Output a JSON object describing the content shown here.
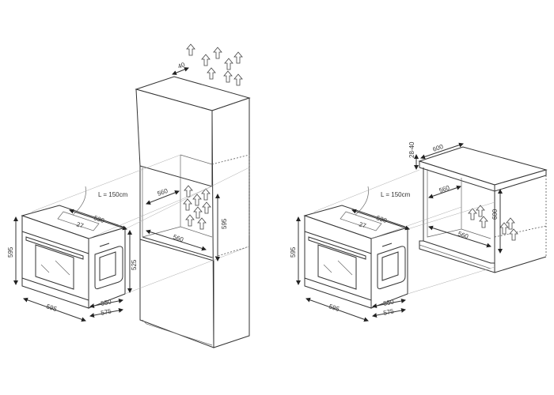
{
  "left_diagram": {
    "cable_length": "L = 150cm",
    "oven_depth_top": "530",
    "oven_inset": "27",
    "oven_height": "595",
    "oven_width": "595",
    "oven_side_height": "525",
    "oven_depth_body": "550",
    "oven_depth_total": "575",
    "niche_width_top": "560",
    "niche_width_bottom": "560",
    "niche_height": "595",
    "ventilation_gap": "40"
  },
  "right_diagram": {
    "cable_length": "L = 150cm",
    "oven_depth_top": "530",
    "oven_inset": "27",
    "oven_height": "595",
    "oven_width": "595",
    "oven_depth_body": "550",
    "oven_depth_total": "575",
    "worktop_thickness": "28-40",
    "worktop_depth": "600",
    "niche_width_top": "560",
    "niche_width_bottom": "560",
    "niche_height": "600"
  }
}
